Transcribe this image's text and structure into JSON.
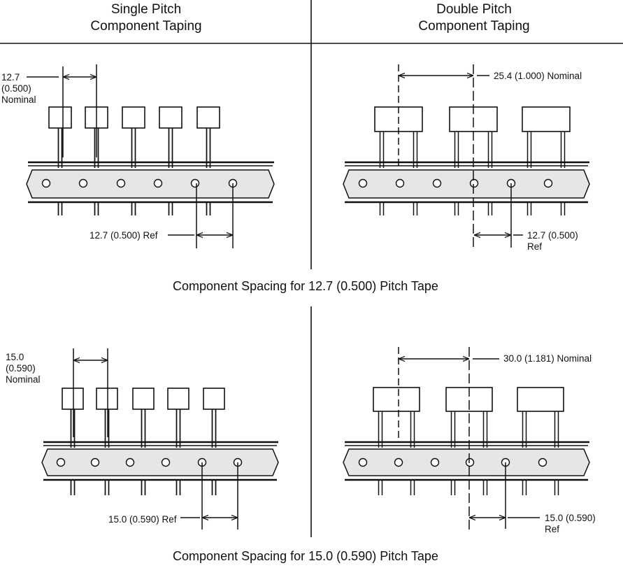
{
  "headers": {
    "single": [
      "Single Pitch",
      "Component Taping"
    ],
    "double": [
      "Double Pitch",
      "Component Taping"
    ]
  },
  "captions": {
    "top": "Component Spacing for 12.7 (0.500) Pitch Tape",
    "bottom": "Component Spacing for 15.0 (0.590) Pitch Tape"
  },
  "labels": {
    "tl_pitch": [
      "12.7",
      "(0.500)",
      "Nominal"
    ],
    "tl_ref": "12.7 (0.500) Ref",
    "tr_nominal": "25.4 (1.000) Nominal",
    "tr_ref": [
      "12.7 (0.500)",
      "Ref"
    ],
    "bl_pitch": [
      "15.0",
      "(0.590)",
      "Nominal"
    ],
    "bl_ref": "15.0 (0.590) Ref",
    "br_nominal": "30.0 (1.181) Nominal",
    "br_ref": [
      "15.0 (0.590)",
      "Ref"
    ]
  },
  "colors": {
    "tape": "#e6e6e6",
    "line": "#111111"
  }
}
